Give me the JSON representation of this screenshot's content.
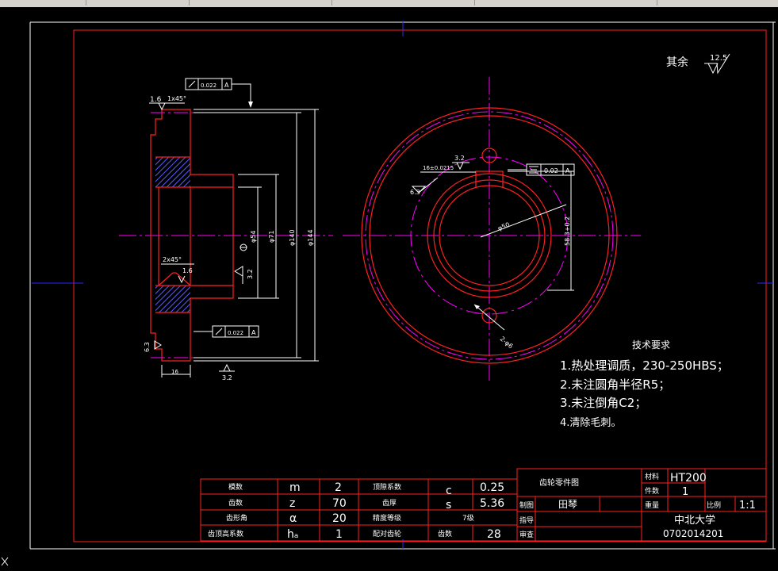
{
  "colors": {
    "background": "#000000",
    "frame": "#ff2020",
    "outline": "#ffffff",
    "centerline": "#ff00ff",
    "axis_blue": "#2a2aff",
    "hatch": "#5a5aff",
    "toolbar": "#d6d3ce"
  },
  "drawing": {
    "roughness_default": {
      "label": "其余",
      "value": "12.5"
    },
    "left_view": {
      "chamfer_top": "1.6",
      "chamfer_top_spec": "1x45°",
      "runout_top_value": "0.022",
      "runout_top_datum": "A",
      "runout_bottom_value": "0.022",
      "runout_bottom_datum": "A",
      "inner_chamfer": "2x45°",
      "inner_roughness": "1.6",
      "bore_roughness": "3.2",
      "side_roughness": "6.3",
      "bottom_roughness": "3.2",
      "dim_54": "φ54",
      "dim_71": "φ71",
      "dim_140": "φ140",
      "dim_144": "φ144",
      "dim_width": "16"
    },
    "right_view": {
      "keyway_roughness": "3.2",
      "keyway_tolerance": "16±0.0215",
      "symmetry_value": "0.02",
      "symmetry_datum": "A",
      "keyway_side_roughness": "6.3",
      "bore_dim": "φ50",
      "keyway_depth": "58.3+0.2",
      "hole_dim": "2-φ6"
    },
    "tech_requirements": {
      "title": "技术要求",
      "items": [
        "1.热处理调质，230-250HBS；",
        "2.未注圆角半径R5；",
        "3.未注倒角C2；",
        "4.清除毛刺。"
      ]
    }
  },
  "title_block": {
    "params": [
      {
        "label": "模数",
        "symbol": "m",
        "value": "2",
        "label2": "顶隙系数",
        "symbol2": "c",
        "value2": "0.25"
      },
      {
        "label": "齿数",
        "symbol": "z",
        "value": "70",
        "label2": "齿厚",
        "symbol2": "s",
        "value2": "5.36"
      },
      {
        "label": "齿形角",
        "symbol": "α",
        "value": "20",
        "label2": "精度等级",
        "symbol2": "",
        "value2": "7级"
      },
      {
        "label": "齿顶高系数",
        "symbol": "hₐ",
        "value": "1",
        "label2": "配对齿轮",
        "symbol2": "齿数",
        "value2": "28"
      }
    ],
    "part_name": "齿轮零件图",
    "material_label": "材料",
    "material": "HT200",
    "quantity_label": "件数",
    "quantity": "1",
    "drawn_label": "制图",
    "drawn_by": "田琴",
    "weight_label": "重量",
    "scale_label": "比例",
    "scale": "1:1",
    "guide_label": "指导",
    "review_label": "审查",
    "school": "中北大学",
    "student_id": "0702014201"
  }
}
